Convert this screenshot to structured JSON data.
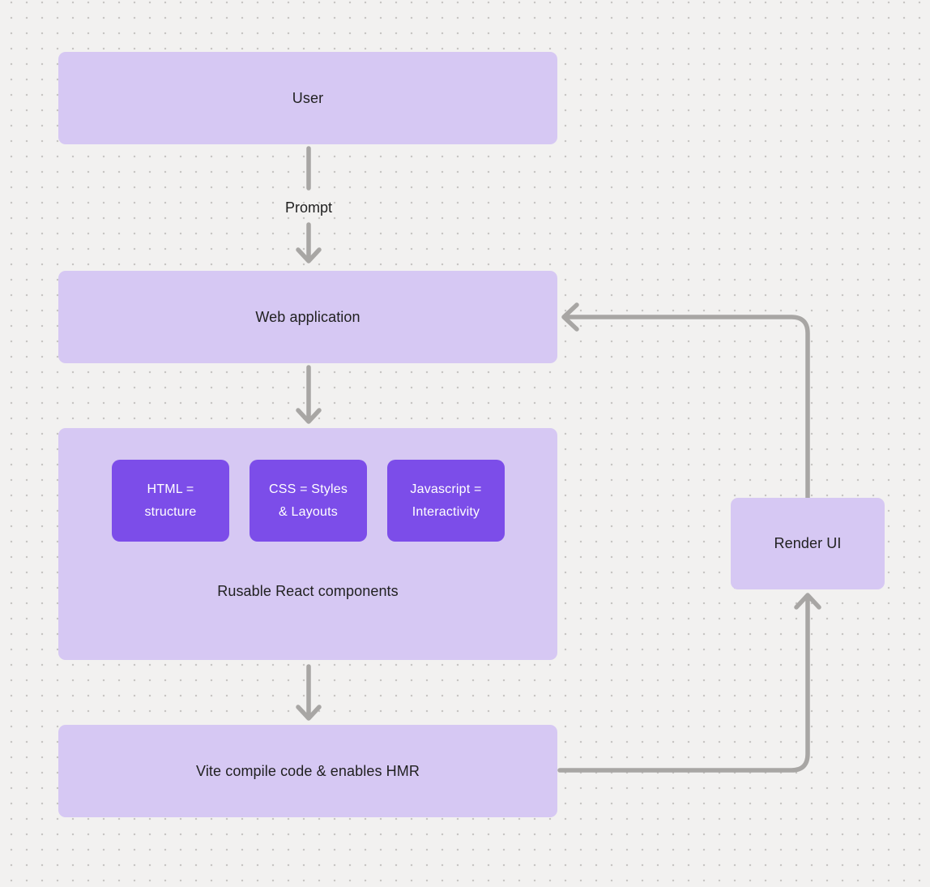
{
  "colors": {
    "background": "#f2f1f0",
    "dot": "#c7c5c3",
    "node_fill": "#d6c8f3",
    "chip_fill": "#7c4de9",
    "chip_text": "#ffffff",
    "label_text": "#212121",
    "connector": "#a8a6a4"
  },
  "nodes": {
    "user": {
      "label": "User"
    },
    "web_application": {
      "label": "Web application"
    },
    "components_group": {
      "chips": [
        {
          "label": "HTML =\nstructure"
        },
        {
          "label": "CSS = Styles\n& Layouts"
        },
        {
          "label": "Javascript =\nInteractivity"
        }
      ],
      "caption": "Rusable React components"
    },
    "vite": {
      "label": "Vite compile code & enables HMR"
    },
    "render_ui": {
      "label": "Render UI"
    }
  },
  "edges": {
    "prompt_label": "Prompt"
  }
}
